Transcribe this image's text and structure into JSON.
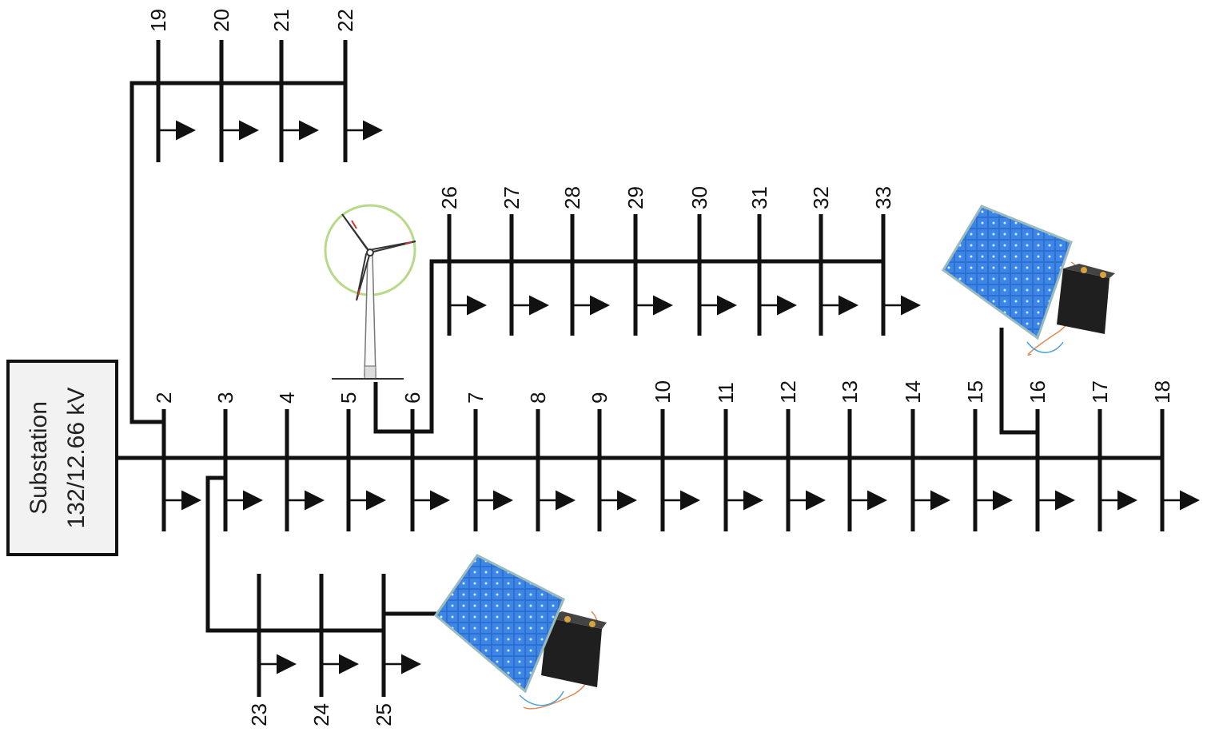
{
  "substation": {
    "line1": "Substation",
    "line2": "132/12.66 kV"
  },
  "buses": {
    "main": [
      "2",
      "3",
      "4",
      "5",
      "6",
      "7",
      "8",
      "9",
      "10",
      "11",
      "12",
      "13",
      "14",
      "15",
      "16",
      "17",
      "18"
    ],
    "branch_top": [
      "19",
      "20",
      "21",
      "22"
    ],
    "branch_mid": [
      "26",
      "27",
      "28",
      "29",
      "30",
      "31",
      "32",
      "33"
    ],
    "branch_bottom": [
      "23",
      "24",
      "25"
    ]
  },
  "generators": {
    "wind": "wind-turbine-icon",
    "pv": "solar-panel-battery-icon"
  },
  "colors": {
    "line": "#111111",
    "panel_blue": "#2f6fcf",
    "battery": "#1f1f1f",
    "turbine_circle": "#b9d98a"
  }
}
